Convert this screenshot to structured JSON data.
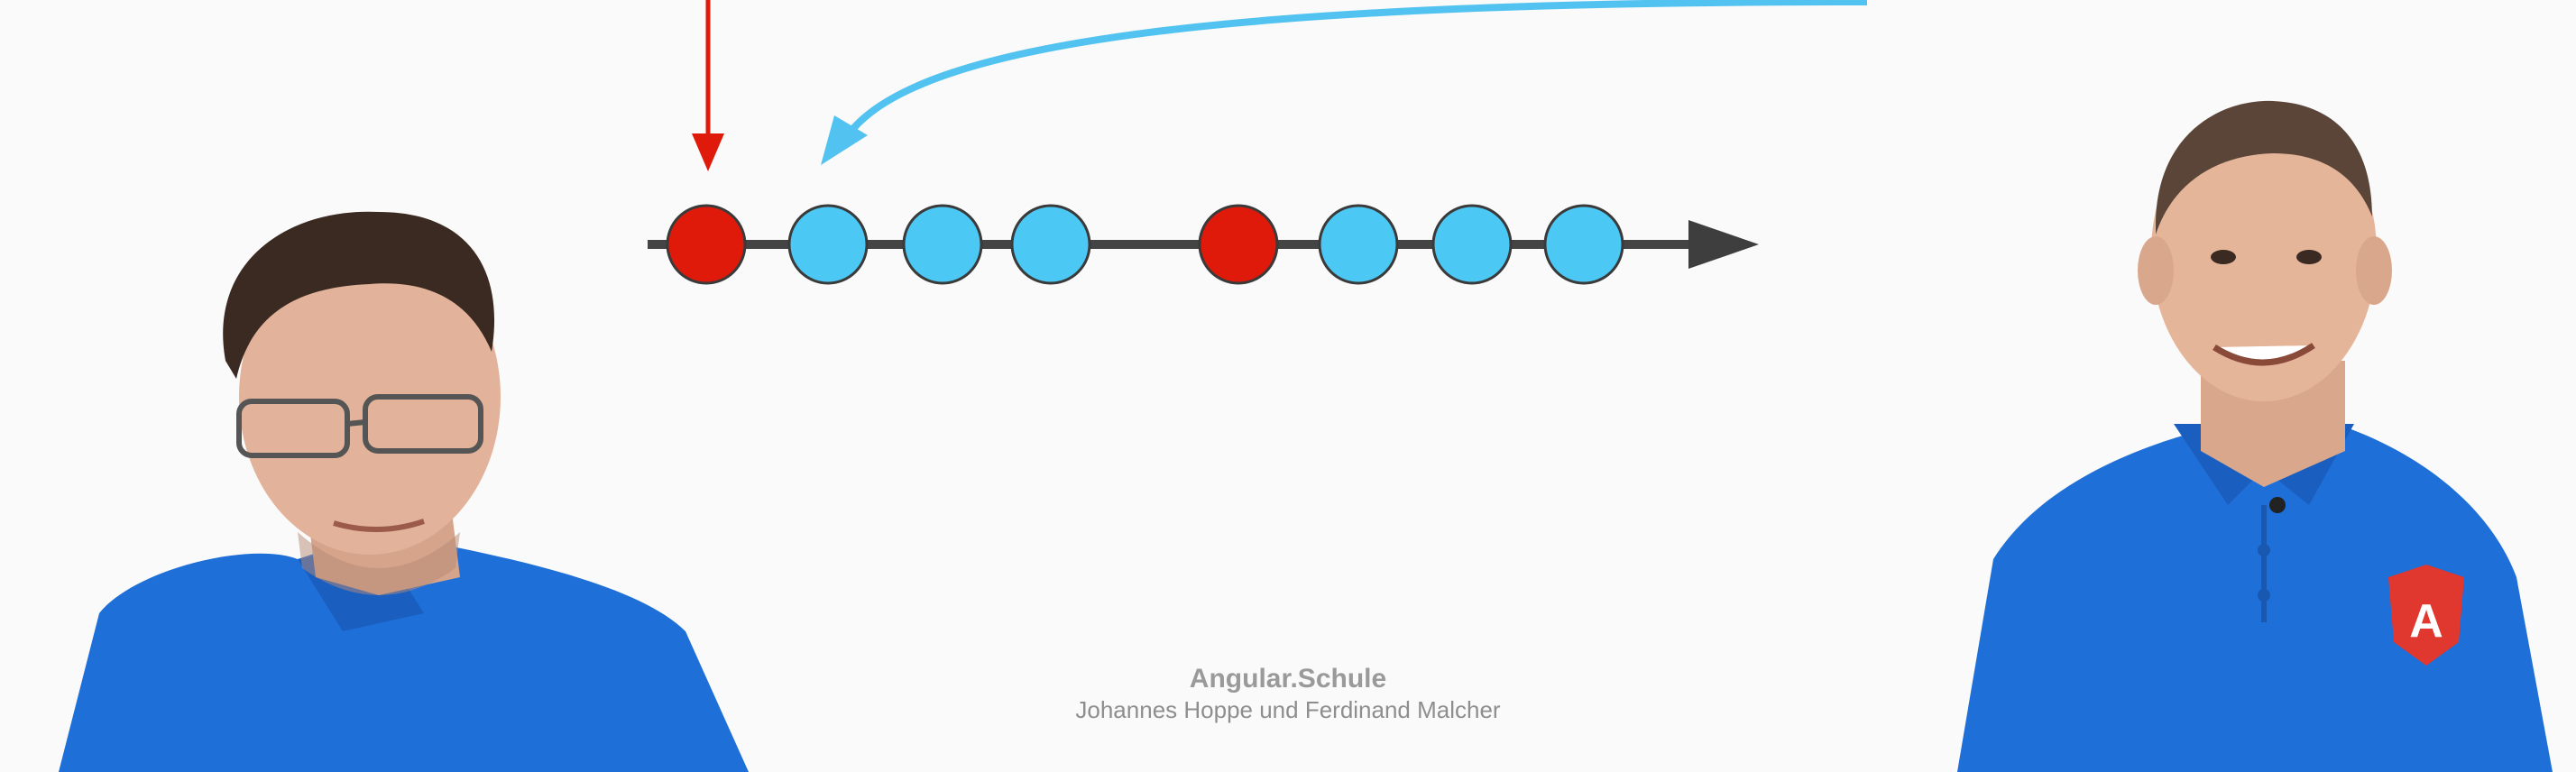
{
  "scene": {
    "background": "#fafafa",
    "stream_line_color": "#444444",
    "event_colors": {
      "red": "#e01a0a",
      "blue": "#4cc8f5"
    },
    "arrow_colors": {
      "red": "#e01a0a",
      "blue": "#52c3f0"
    },
    "shirt_color": "#1f6fd8"
  },
  "marble_stream": {
    "events": [
      "red",
      "blue",
      "blue",
      "blue",
      "red",
      "blue",
      "blue",
      "blue"
    ]
  },
  "credit": {
    "title": "Angular.Schule",
    "subtitle": "Johannes Hoppe und Ferdinand Malcher"
  },
  "presenters": [
    {
      "icon": "person-with-glasses"
    },
    {
      "icon": "person-with-angular-logo-shirt",
      "logo_letter": "A"
    }
  ]
}
